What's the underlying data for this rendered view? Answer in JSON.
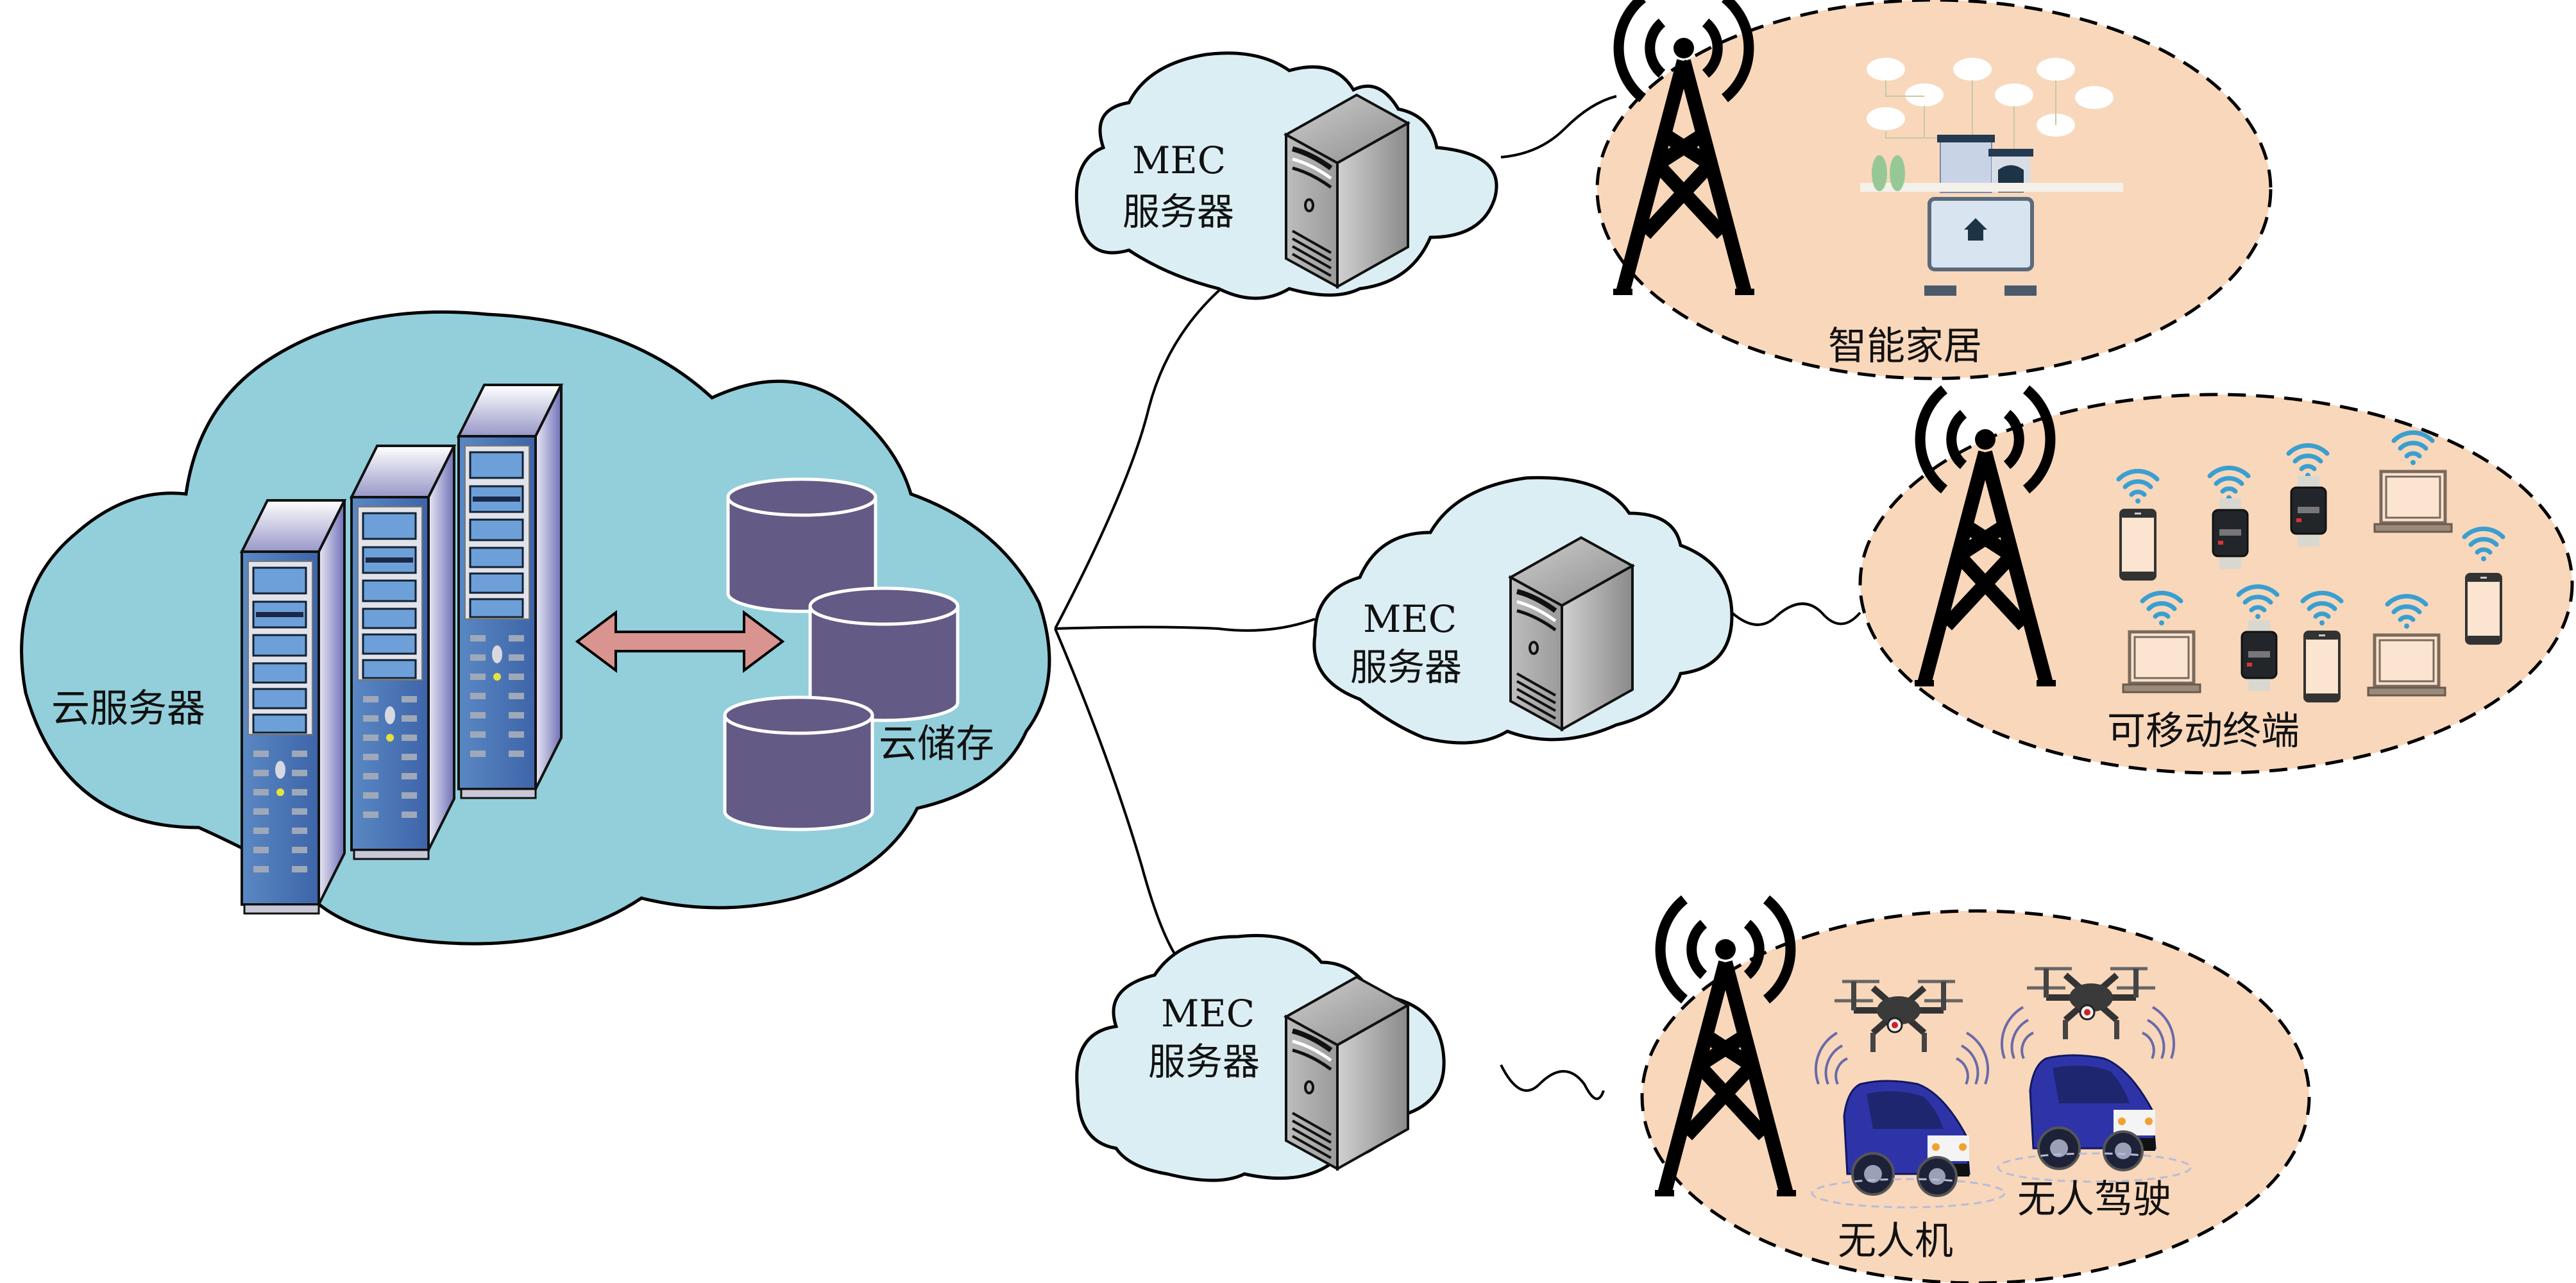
{
  "diagram": {
    "type": "cloud-edge-computing-architecture",
    "cloud": {
      "server_label": "云服务器",
      "storage_label": "云储存",
      "server_count": 3,
      "storage_cylinder_count": 3
    },
    "mec_nodes": [
      {
        "label_line1": "MEC",
        "label_line2": "服务器"
      },
      {
        "label_line1": "MEC",
        "label_line2": "服务器"
      },
      {
        "label_line1": "MEC",
        "label_line2": "服务器"
      }
    ],
    "zones": [
      {
        "label": "智能家居"
      },
      {
        "label": "可移动终端"
      },
      {
        "labels": [
          "无人机",
          "无人驾驶"
        ]
      }
    ],
    "colors": {
      "cloud_fill": "#93cedb",
      "mec_cloud_fill": "#dbeef3",
      "zone_fill": "#f8d7bb",
      "storage_fill": "#635a85",
      "arrow_fill": "#d9948f",
      "server_blue": "#4f7fbf",
      "wifi_blue": "#3a9fd0",
      "car_blue": "#2e34a8"
    }
  }
}
